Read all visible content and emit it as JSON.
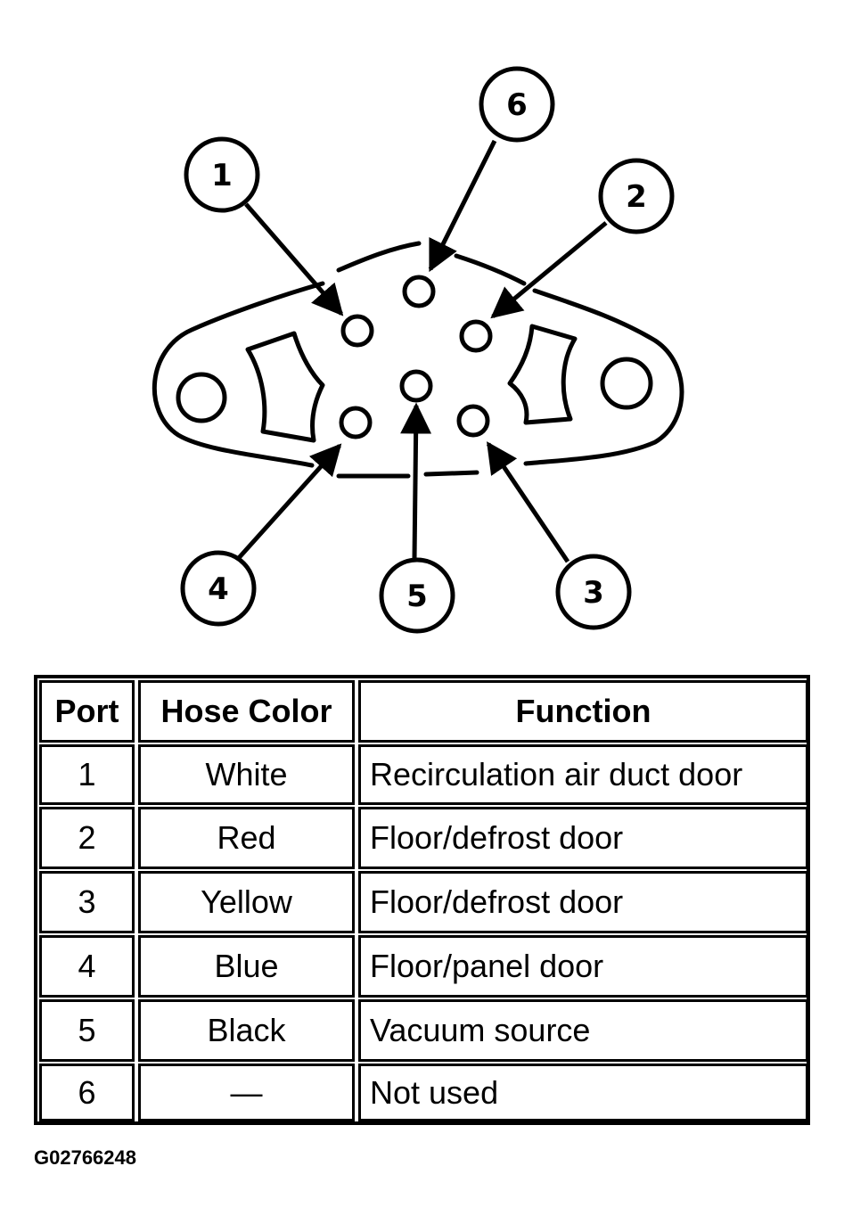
{
  "diagram": {
    "callouts": [
      {
        "number": "1"
      },
      {
        "number": "6"
      },
      {
        "number": "2"
      },
      {
        "number": "4"
      },
      {
        "number": "5"
      },
      {
        "number": "3"
      }
    ]
  },
  "table": {
    "headers": {
      "port": "Port",
      "hose_color": "Hose Color",
      "function": "Function"
    },
    "rows": [
      {
        "port": "1",
        "hose_color": "White",
        "function": "Recirculation air duct door"
      },
      {
        "port": "2",
        "hose_color": "Red",
        "function": "Floor/defrost door"
      },
      {
        "port": "3",
        "hose_color": "Yellow",
        "function": "Floor/defrost door"
      },
      {
        "port": "4",
        "hose_color": "Blue",
        "function": "Floor/panel door"
      },
      {
        "port": "5",
        "hose_color": "Black",
        "function": "Vacuum source"
      },
      {
        "port": "6",
        "hose_color": "—",
        "function": "Not used"
      }
    ]
  },
  "figure_id": "G02766248"
}
